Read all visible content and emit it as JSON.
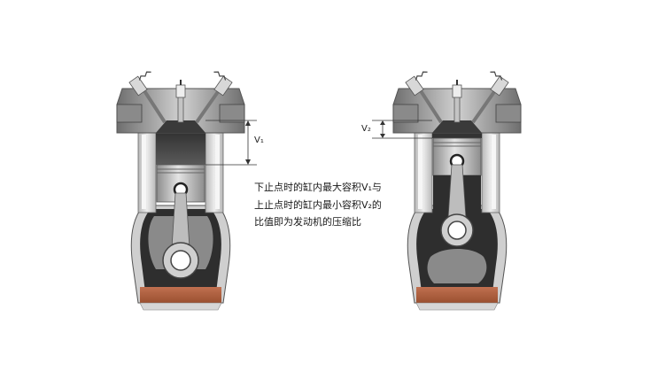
{
  "labels": {
    "v1": "V₁",
    "v2": "V₂"
  },
  "caption": {
    "line1": "下止点时的缸内最大容积V₁与",
    "line2": "上止点时的缸内最小容积V₂的",
    "line3": "比值即为发动机的压缩比"
  },
  "colors": {
    "oil": "#b0623c",
    "cylinder_dark": "#2e2e2e",
    "chamber": "#444444",
    "metal": "#9a9a9a",
    "crankcase_light": "#dddddd"
  }
}
